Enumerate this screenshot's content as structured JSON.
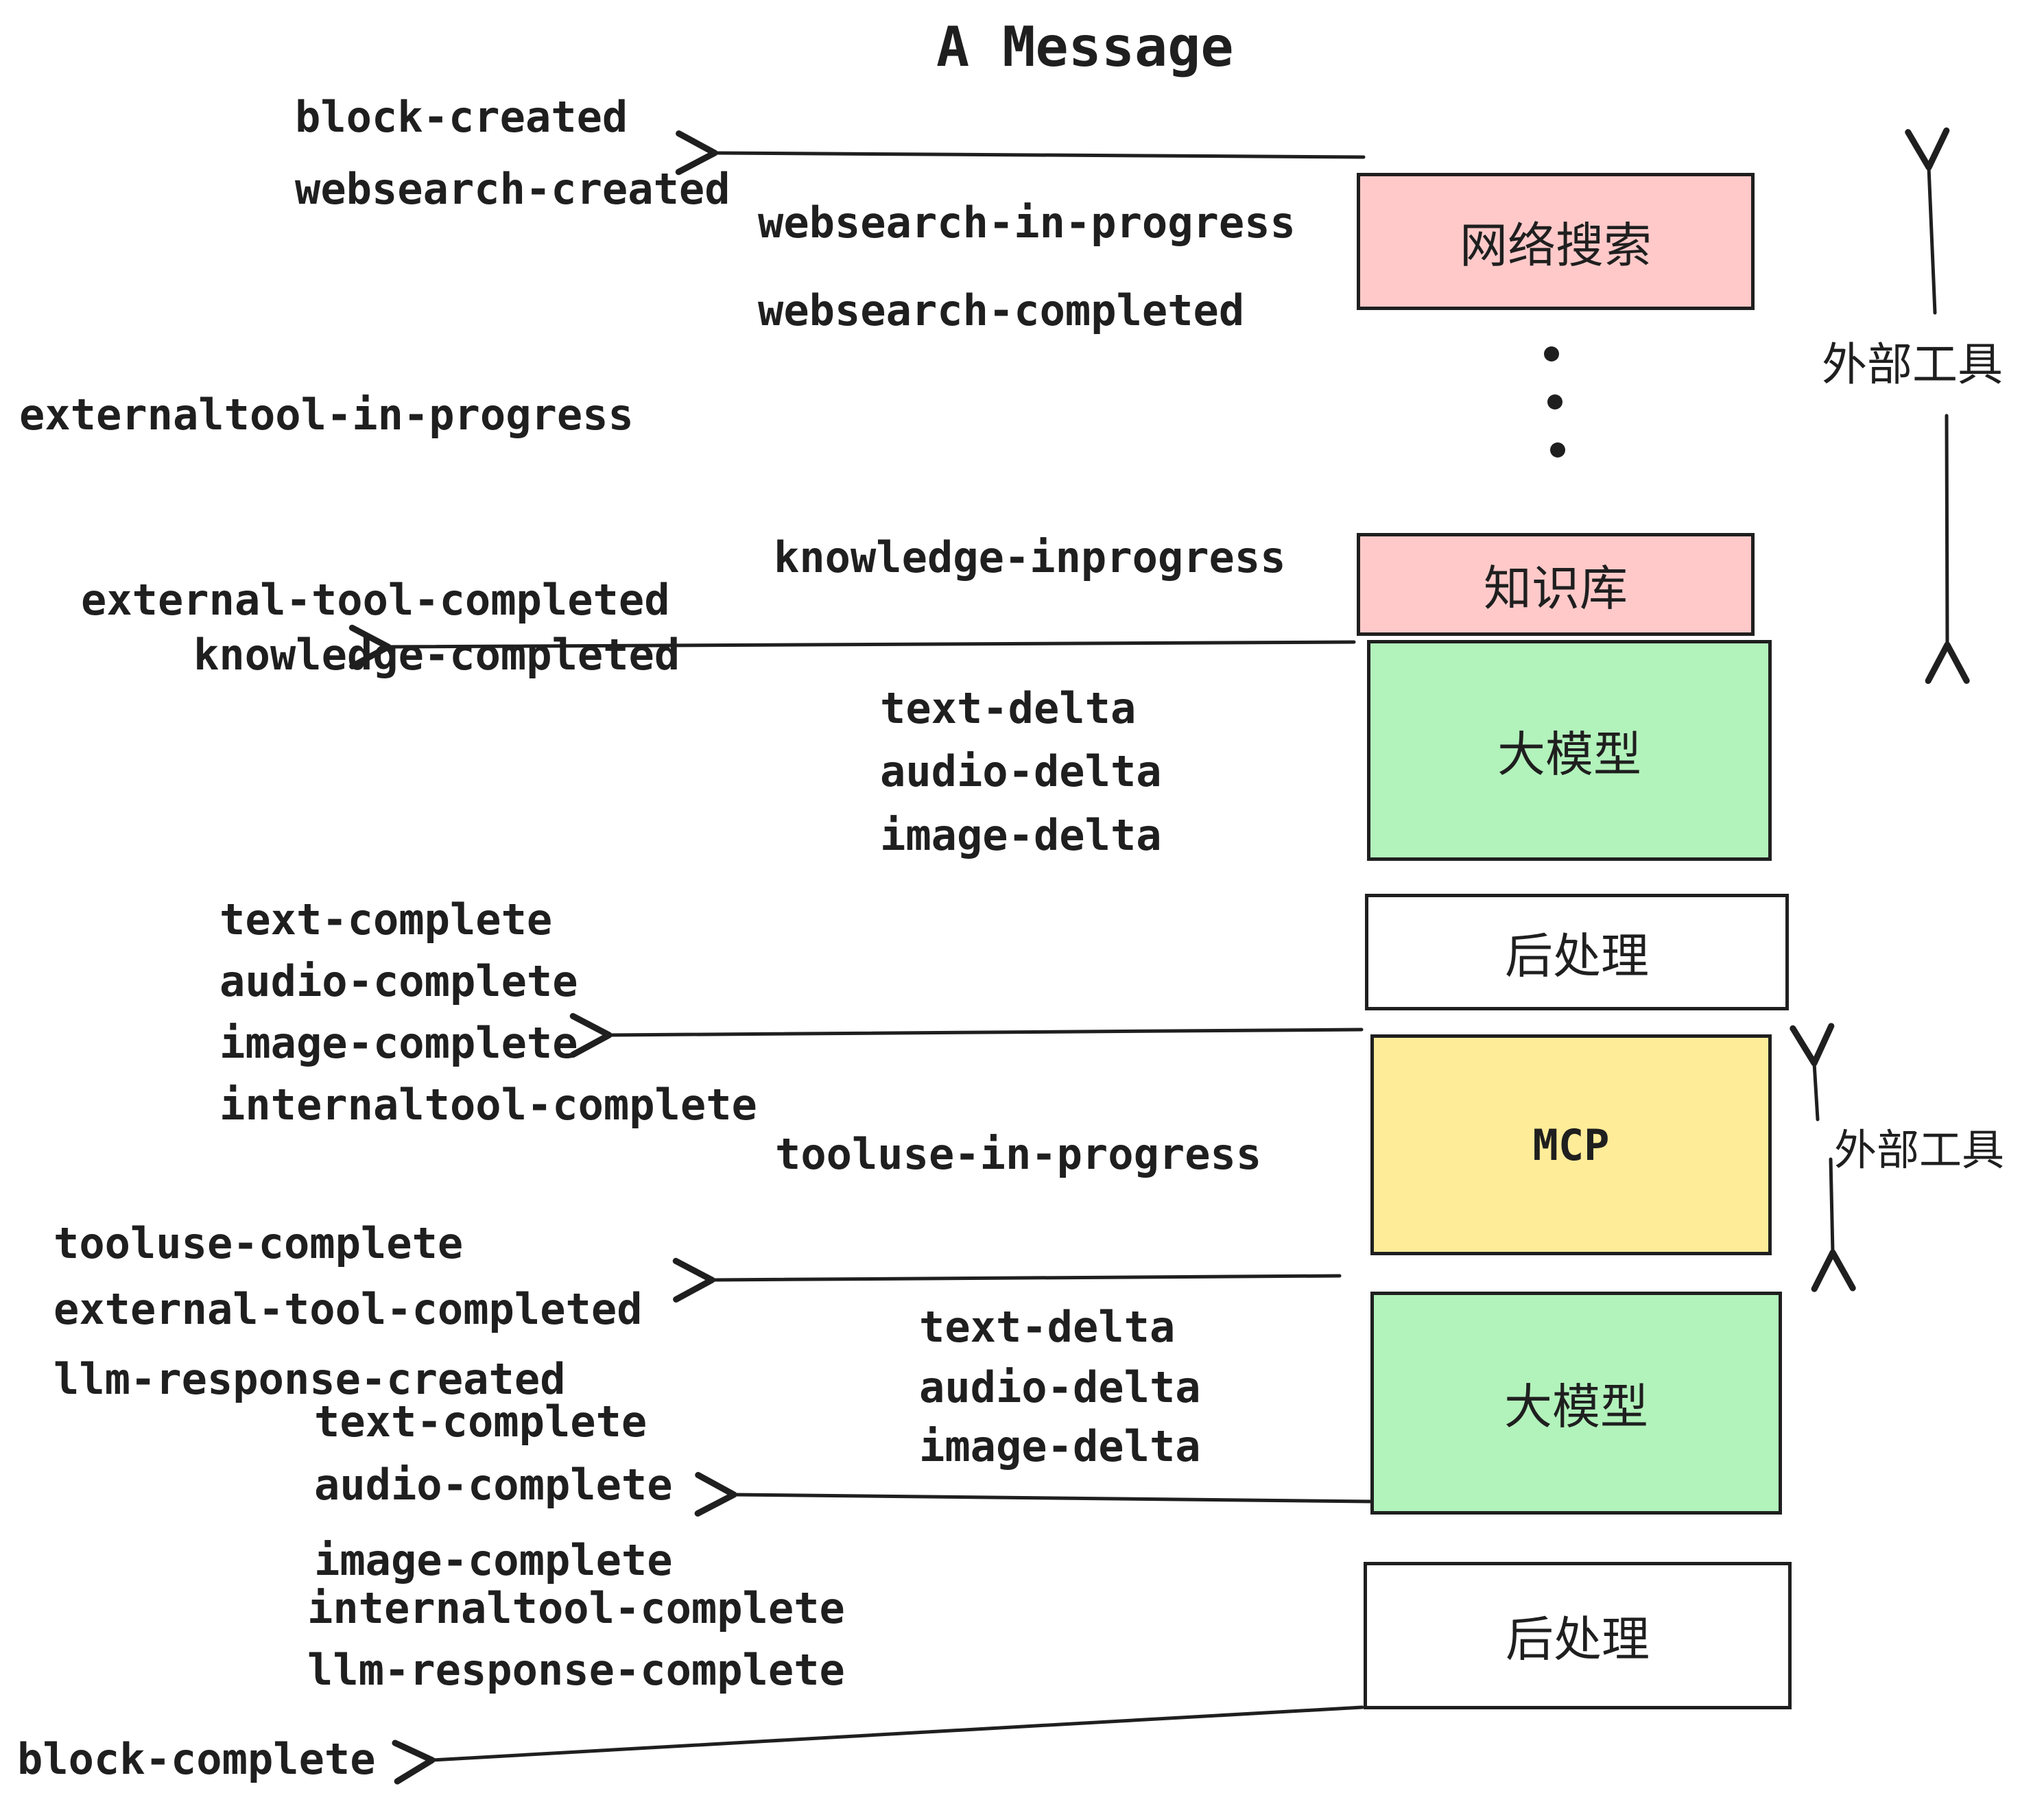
{
  "title": "A Message",
  "boxes": {
    "websearch": "网络搜索",
    "knowledge": "知识库",
    "llm": "大模型",
    "post": "后处理",
    "mcp": "MCP"
  },
  "events": {
    "block_created": "block-created",
    "websearch_created": "websearch-created",
    "websearch_in_progress": "websearch-in-progress",
    "websearch_completed": "websearch-completed",
    "externaltool_in_progress": "externaltool-in-progress",
    "external_tool_completed": "external-tool-completed",
    "knowledge_inprogress": "knowledge-inprogress",
    "knowledge_completed": "knowledge-completed",
    "text_delta": "text-delta",
    "audio_delta": "audio-delta",
    "image_delta": "image-delta",
    "text_complete": "text-complete",
    "audio_complete": "audio-complete",
    "image_complete": "image-complete",
    "internaltool_complete": "internaltool-complete",
    "tooluse_in_progress": "tooluse-in-progress",
    "tooluse_complete": "tooluse-complete",
    "llm_response_created": "llm-response-created",
    "llm_response_complete": "llm-response-complete",
    "block_complete": "block-complete"
  },
  "side": {
    "external_tools": "外部工具"
  },
  "colors": {
    "ink": "#1f1f1f",
    "pink": "#ffc9c9",
    "green": "#b2f2bb",
    "yellow": "#ffec99",
    "white": "#ffffff"
  }
}
